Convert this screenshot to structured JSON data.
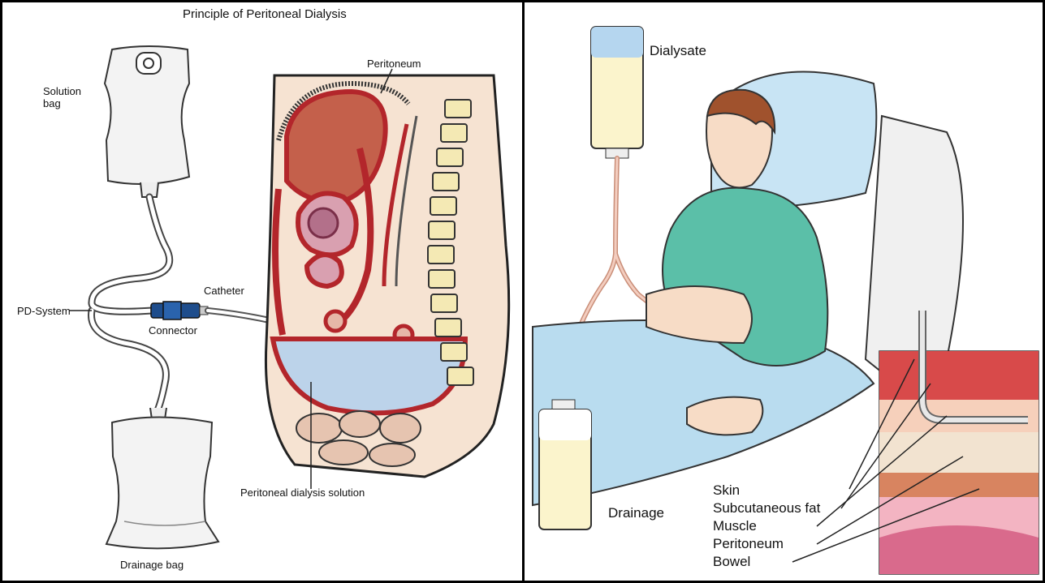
{
  "left_panel": {
    "title": "Principle of Peritoneal Dialysis",
    "labels": {
      "solution_bag": "Solution\nbag",
      "peritoneum": "Peritoneum",
      "catheter": "Catheter",
      "pd_system": "PD-System",
      "connector": "Connector",
      "peritoneal_solution": "Peritoneal dialysis solution",
      "drainage_bag": "Drainage bag"
    }
  },
  "right_panel": {
    "labels": {
      "dialysate": "Dialysate",
      "drainage": "Drainage",
      "skin": "Skin",
      "subcutaneous_fat": "Subcutaneous fat",
      "muscle": "Muscle",
      "peritoneum": "Peritoneum",
      "bowel": "Bowel"
    }
  },
  "colors": {
    "organ_red": "#b3262b",
    "organ_fill": "#c97b6a",
    "spine_yellow": "#f4e9b4",
    "solution_blue": "#bcd3ea",
    "gown_green": "#5bbfa8",
    "skin_tone": "#f7dcc6",
    "hair_brown": "#a0522d",
    "blanket_blue": "#b9dcef",
    "tube_pink": "#e8b6a4",
    "fluid_cream": "#fbf4cc"
  }
}
